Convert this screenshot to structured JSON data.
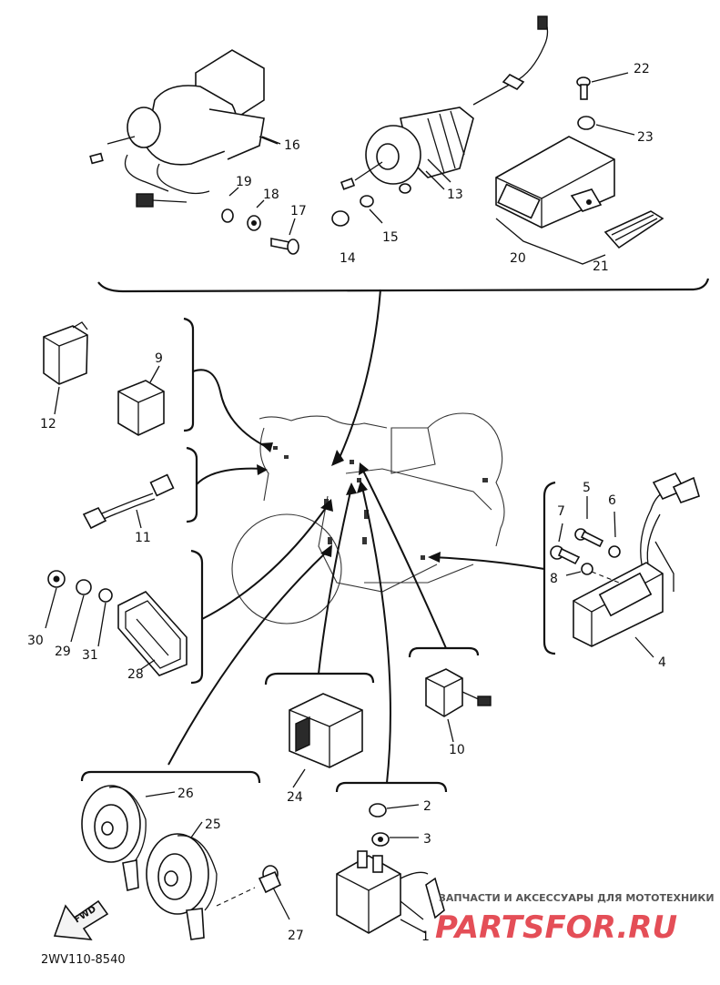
{
  "diagram": {
    "part_code": "2WV110-8540",
    "fwd_label": "FWD",
    "callouts": [
      {
        "id": "1",
        "label": "1"
      },
      {
        "id": "2",
        "label": "2"
      },
      {
        "id": "3",
        "label": "3"
      },
      {
        "id": "4",
        "label": "4"
      },
      {
        "id": "5",
        "label": "5"
      },
      {
        "id": "6",
        "label": "6"
      },
      {
        "id": "7",
        "label": "7"
      },
      {
        "id": "8",
        "label": "8"
      },
      {
        "id": "9",
        "label": "9"
      },
      {
        "id": "10",
        "label": "10"
      },
      {
        "id": "11",
        "label": "11"
      },
      {
        "id": "12",
        "label": "12"
      },
      {
        "id": "13",
        "label": "13"
      },
      {
        "id": "14",
        "label": "14"
      },
      {
        "id": "15",
        "label": "15"
      },
      {
        "id": "16",
        "label": "16"
      },
      {
        "id": "17",
        "label": "17"
      },
      {
        "id": "18",
        "label": "18"
      },
      {
        "id": "19",
        "label": "19"
      },
      {
        "id": "20",
        "label": "20"
      },
      {
        "id": "21",
        "label": "21"
      },
      {
        "id": "22",
        "label": "22"
      },
      {
        "id": "23",
        "label": "23"
      },
      {
        "id": "24",
        "label": "24"
      },
      {
        "id": "25",
        "label": "25"
      },
      {
        "id": "26",
        "label": "26"
      },
      {
        "id": "27",
        "label": "27"
      },
      {
        "id": "28",
        "label": "28"
      },
      {
        "id": "29",
        "label": "29"
      },
      {
        "id": "30",
        "label": "30"
      },
      {
        "id": "31",
        "label": "31"
      }
    ]
  },
  "watermark": {
    "tagline": "ЗАПЧАСТИ И АКСЕССУАРЫ ДЛЯ МОТОТЕХНИКИ",
    "logo_text": "PARTSFOR.RU"
  }
}
